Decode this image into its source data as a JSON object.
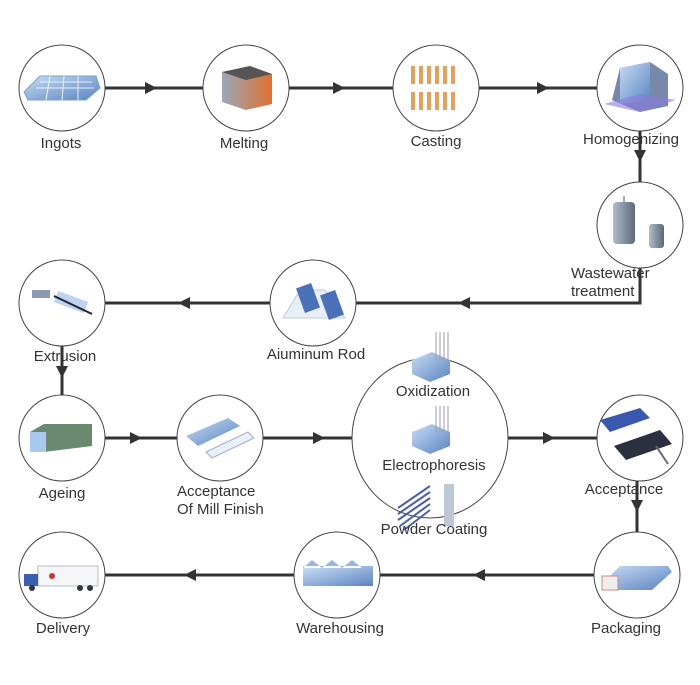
{
  "steps": {
    "ingots": "Ingots",
    "melting": "Melting",
    "casting": "Casting",
    "homogenizing": "Homogenizing",
    "wastewater_1": "Wastewater",
    "wastewater_2": "treatment",
    "aluminum_rod": "Aiuminum Rod",
    "extrusion": "Extrusion",
    "ageing": "Ageing",
    "mill_finish_1": "Acceptance",
    "mill_finish_2": "Of Mill Finish",
    "oxidization": "Oxidization",
    "electrophoresis": "Electrophoresis",
    "powder_coating": "Powder Coating",
    "acceptance": "Acceptance",
    "packaging": "Packaging",
    "warehousing": "Warehousing",
    "delivery": "Delivery"
  },
  "colors": {
    "line": "#333333",
    "circle": "#444444",
    "metal": "#8fb4e0",
    "casting": "#e0a060"
  }
}
